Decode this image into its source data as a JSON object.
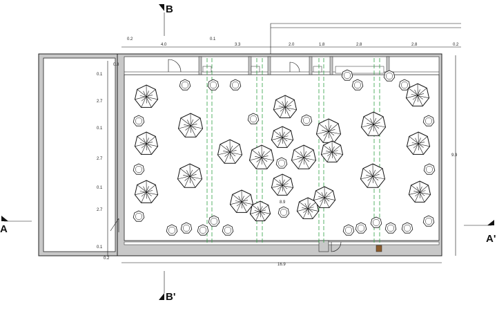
{
  "section_marks": {
    "a_left": "A",
    "a_right": "A'",
    "b_top": "B",
    "b_bottom": "B'"
  },
  "top_dimensions": [
    "0.2",
    "4.0",
    "0.1",
    "3.3",
    "2.0",
    "1.8",
    "2.8",
    "2.8",
    "0.2"
  ],
  "left_dimensions": [
    "0.8",
    "0.1",
    "2.7",
    "0.1",
    "2.7",
    "0.1",
    "2.7",
    "0.1",
    "0.2"
  ],
  "right_dimension": "9.9",
  "bottom_dimension": "16.9",
  "center_label": "8.9",
  "colors": {
    "walls": "#c8c8c8",
    "lines": "#111111",
    "guides": "#2ea043",
    "door": "#8b5a2b"
  }
}
